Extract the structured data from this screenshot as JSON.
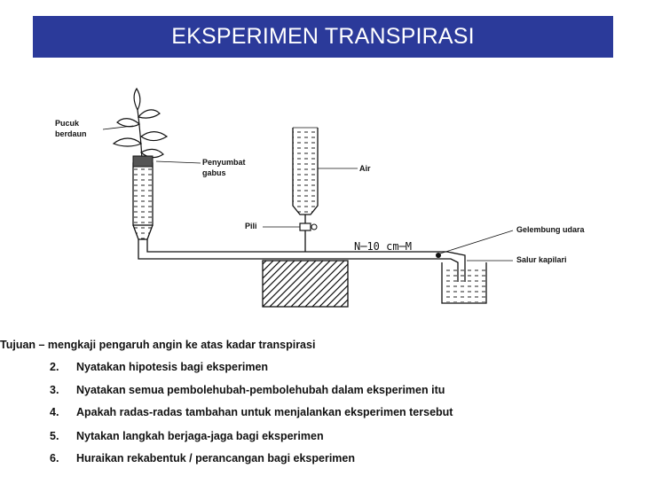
{
  "title": "EKSPERIMEN TRANSPIRASI",
  "diagram": {
    "labels": {
      "pucuk": "Pucuk",
      "berdaun": "berdaun",
      "penyumbat": "Penyumbat",
      "gabus": "gabus",
      "air": "Air",
      "pili": "Pili",
      "gelembung": "Gelembung udara",
      "salur": "Salur kapilari",
      "scale": "N─10 cm─M"
    }
  },
  "list": [
    {
      "num": "",
      "text": "Tujuan – mengkaji pengaruh angin ke atas kadar transpirasi"
    },
    {
      "num": "2.",
      "text": "Nyatakan hipotesis bagi eksperimen"
    },
    {
      "num": "3.",
      "text": "Nyatakan semua pembolehubah-pembolehubah dalam eksperimen itu"
    },
    {
      "num": "4.",
      "text": "Apakah radas-radas tambahan untuk menjalankan eksperimen tersebut"
    },
    {
      "num": "5.",
      "text": "Nytakan langkah berjaga-jaga bagi eksperimen"
    },
    {
      "num": "6.",
      "text": "Huraikan rekabentuk / perancangan bagi eksperimen"
    }
  ]
}
